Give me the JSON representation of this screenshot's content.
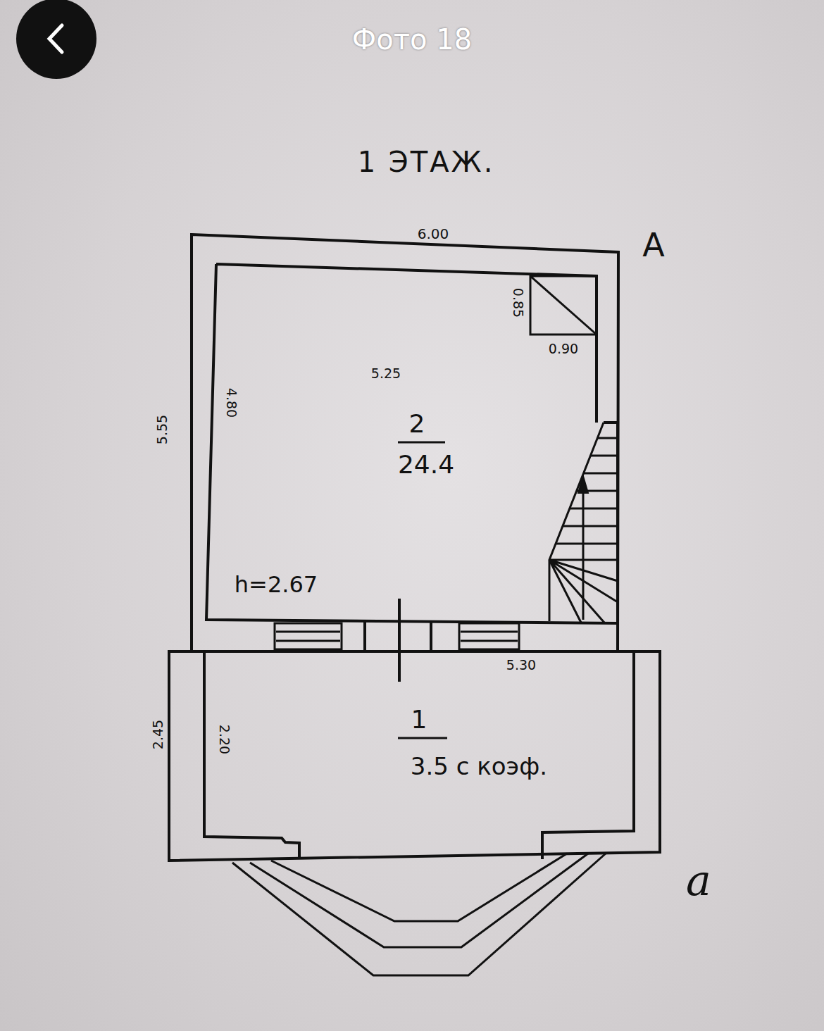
{
  "diagram": {
    "title": "1 ЭТАЖ.",
    "nodes": [
      {
        "text": [
          "2",
          "24.4"
        ]
      },
      {
        "text": [
          "1",
          "3.5 с коэф."
        ]
      }
    ],
    "labels": [
      "Фото 18",
      "6.00",
      "А",
      "0.85",
      "0.90",
      "5.25",
      "4.80",
      "5.55",
      "h=2.67",
      "5.30",
      "2.45",
      "2.20",
      "а"
    ]
  }
}
